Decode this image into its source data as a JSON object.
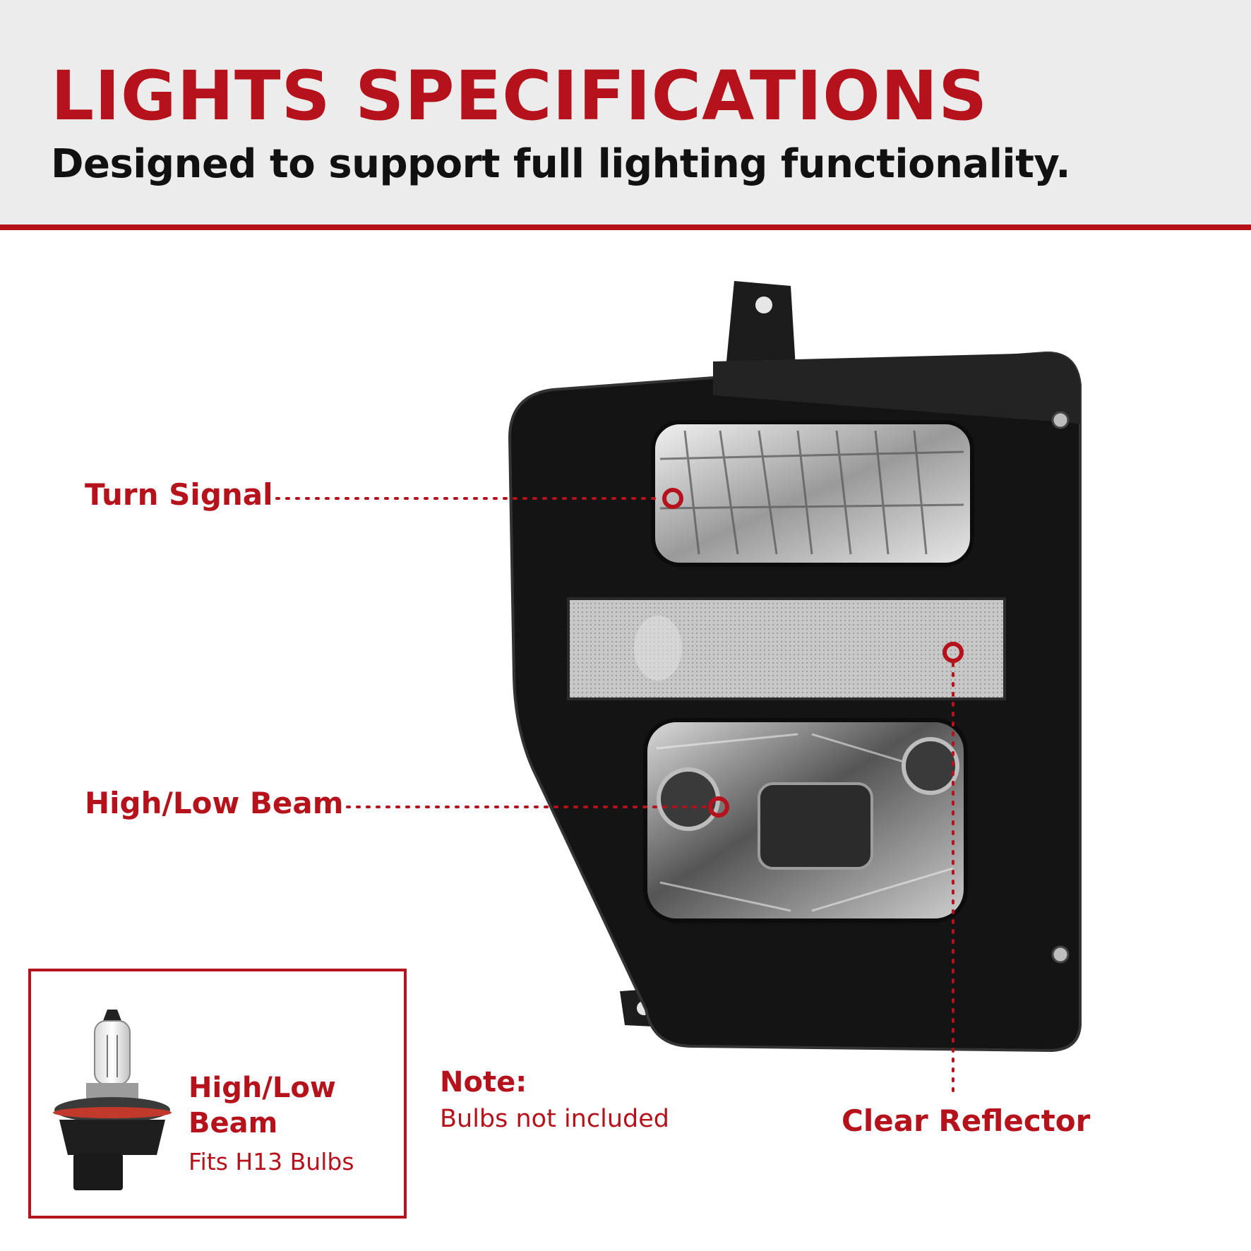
{
  "header": {
    "title": "LIGHTS SPECIFICATIONS",
    "subtitle": "Designed to support full lighting functionality."
  },
  "callouts": {
    "turn_signal": "Turn Signal",
    "high_low_beam": "High/Low Beam",
    "clear_reflector": "Clear Reflector"
  },
  "bulb_info": {
    "title": "High/Low Beam",
    "subtitle": "Fits H13 Bulbs"
  },
  "note": {
    "title": "Note:",
    "text": "Bulbs not included"
  },
  "colors": {
    "accent": "#b5121b",
    "header_background": "#ececec",
    "text_dark": "#111111"
  }
}
